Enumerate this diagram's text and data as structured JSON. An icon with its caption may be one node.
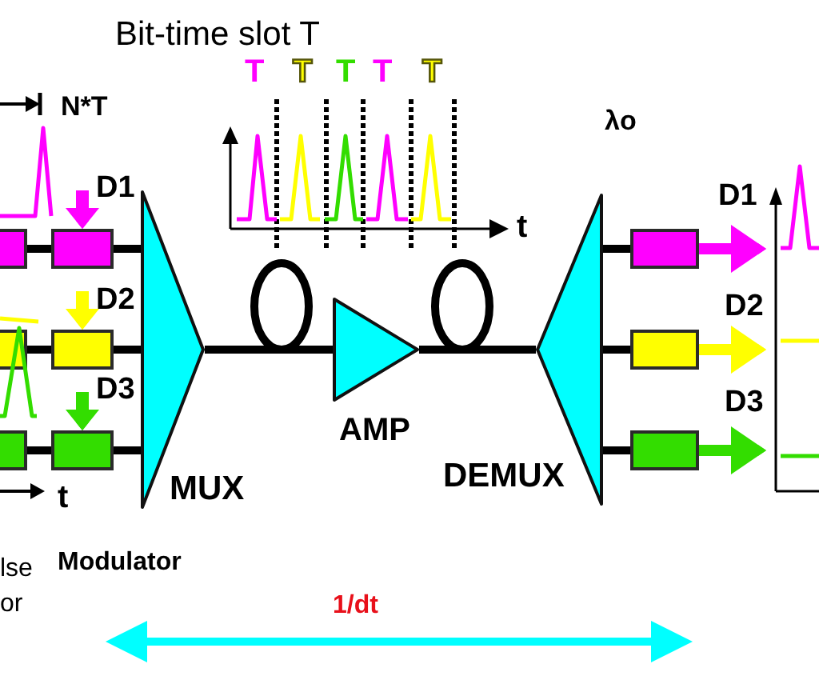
{
  "diagram": {
    "nodes": [
      {
        "text": [],
        "shape": "box"
      },
      {
        "text": [],
        "shape": "box"
      },
      {
        "text": [],
        "shape": "box"
      },
      {
        "text": [],
        "shape": "box"
      },
      {
        "text": [],
        "shape": "box"
      },
      {
        "text": [],
        "shape": "box"
      },
      {
        "text": [
          "MUX"
        ]
      },
      {
        "text": [
          "AMP"
        ]
      },
      {
        "text": [
          "DEMUX"
        ]
      },
      {
        "text": [],
        "shape": "box"
      },
      {
        "text": [],
        "shape": "box"
      },
      {
        "text": [],
        "shape": "box"
      },
      {
        "text": [],
        "shape": "picture"
      }
    ],
    "edges": [
      {
        "from": null,
        "to": 1,
        "arrow": "to",
        "color": "#ff00ff"
      },
      {
        "from": 0,
        "to": 1,
        "arrow": "none"
      },
      {
        "from": 1,
        "to": 6,
        "arrow": "none"
      },
      {
        "from": null,
        "to": 3,
        "arrow": "to",
        "color": "#ffff00"
      },
      {
        "from": 2,
        "to": 3,
        "arrow": "none"
      },
      {
        "from": 3,
        "to": 6,
        "arrow": "none"
      },
      {
        "from": null,
        "to": 5,
        "arrow": "to",
        "color": "#33dd00"
      },
      {
        "from": 4,
        "to": 5,
        "arrow": "none"
      },
      {
        "from": 5,
        "to": 6,
        "arrow": "none"
      },
      {
        "from": 6,
        "to": 7,
        "arrow": "none"
      },
      {
        "from": 7,
        "to": 8,
        "arrow": "none"
      },
      {
        "from": 8,
        "to": 9,
        "arrow": "none"
      },
      {
        "from": 8,
        "to": 10,
        "arrow": "none"
      },
      {
        "from": 8,
        "to": 11,
        "arrow": "none"
      },
      {
        "from": 9,
        "to": 12,
        "arrow": "to",
        "color": "#ff00ff"
      },
      {
        "from": 10,
        "to": 12,
        "arrow": "to",
        "color": "#ffff00"
      },
      {
        "from": 11,
        "to": 12,
        "arrow": "to",
        "color": "#33dd00"
      }
    ],
    "labels": [
      "Bit-time slot T",
      "T",
      "T",
      "T",
      "T",
      "T",
      "N*T",
      "λo",
      "D1",
      "D1",
      "t",
      "D2",
      "D2",
      "D3",
      "D3",
      "t",
      "lse or",
      "Modulator",
      "1/dt"
    ]
  }
}
